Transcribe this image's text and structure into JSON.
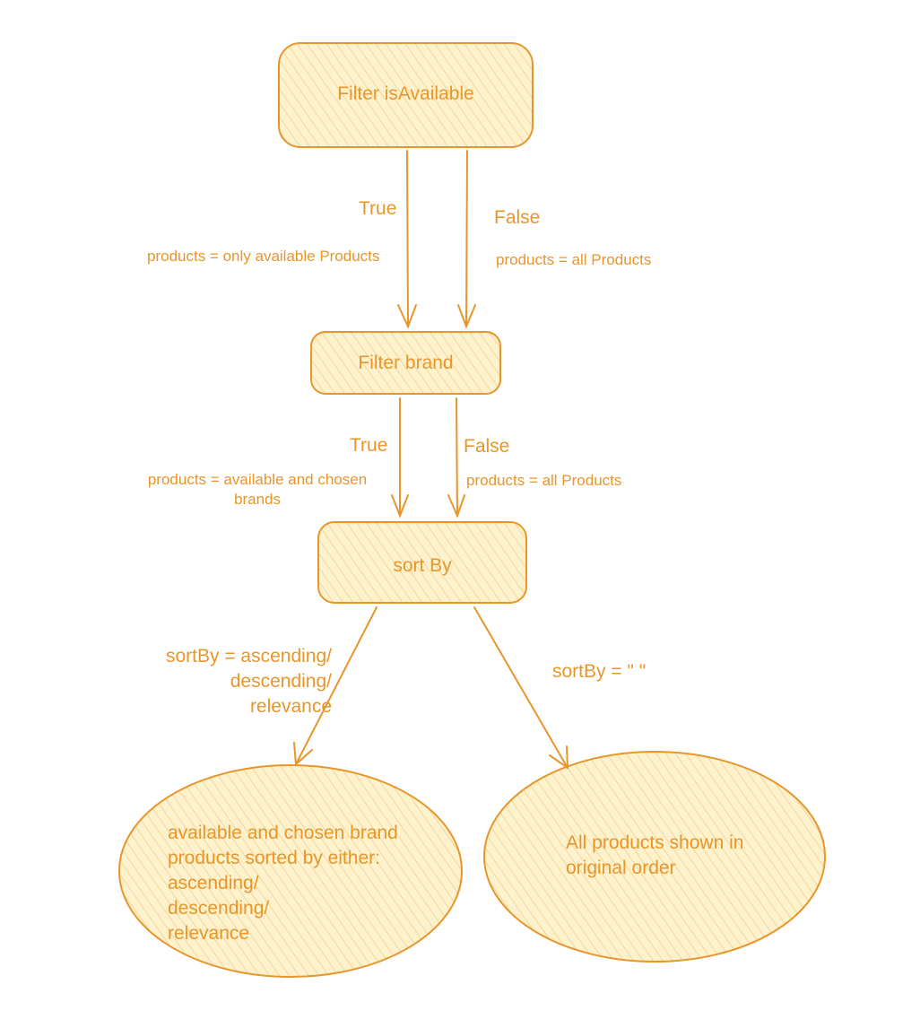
{
  "diagram": {
    "colors": {
      "stroke": "#e8962b",
      "fill": "#fdf2cc",
      "hatch": "#f3c98a",
      "text": "#e8962b"
    },
    "nodes": {
      "filter_is_available": {
        "label": "Filter isAvailable"
      },
      "filter_brand": {
        "label": "Filter brand"
      },
      "sort_by": {
        "label": "sort By"
      },
      "result_sorted": {
        "label": "available and chosen brand\nproducts sorted by either:\nascending/\ndescending/\nrelevance"
      },
      "result_original": {
        "label": "All products shown in\noriginal order"
      }
    },
    "edges": {
      "available_true": {
        "condition": "True",
        "effect": "products = only available Products"
      },
      "available_false": {
        "condition": "False",
        "effect": "products = all Products"
      },
      "brand_true": {
        "condition": "True",
        "effect": "products = available and chosen\nbrands"
      },
      "brand_false": {
        "condition": "False",
        "effect": "products = all Products"
      },
      "sort_set": {
        "condition": "sortBy = ascending/\ndescending/\nrelevance"
      },
      "sort_empty": {
        "condition": "sortBy = \" \""
      }
    }
  }
}
